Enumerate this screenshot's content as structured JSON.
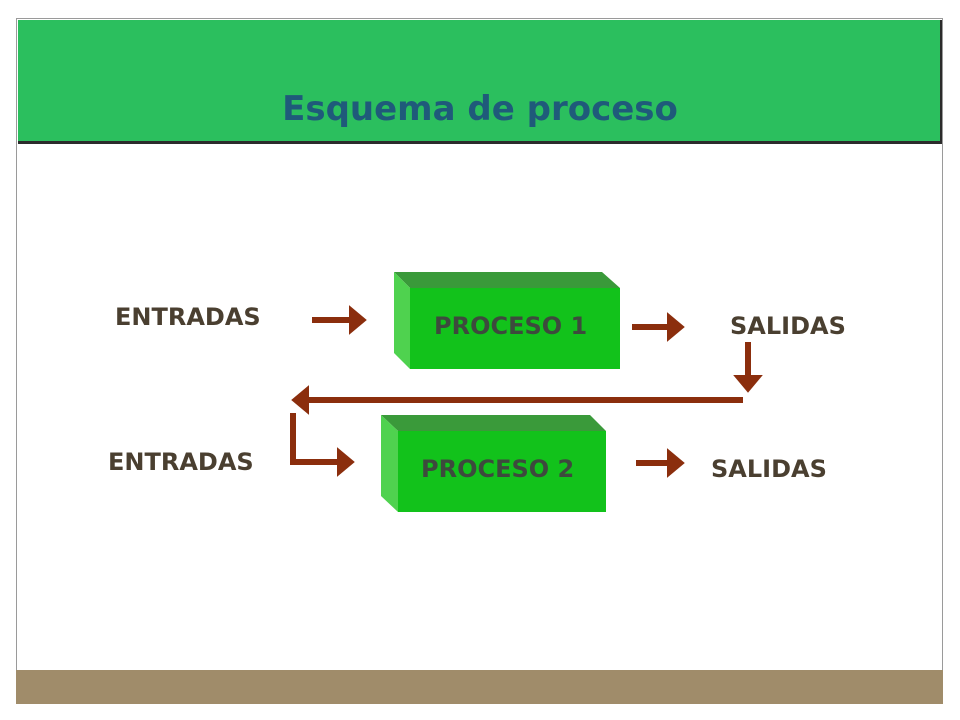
{
  "slide": {
    "title": "Esquema de proceso",
    "colors": {
      "title_band": "#2bbf5e",
      "title_text": "#1f5a7a",
      "footer_band": "#a08c6a",
      "box_front": "#12c21b",
      "box_top": "#3a9a3a",
      "box_side": "#4fd24f",
      "arrow": "#8b2e0d",
      "label_text": "#4a3f30",
      "box_label_text": "#3d4a3d"
    }
  },
  "diagram": {
    "row1": {
      "input_label": "ENTRADAS",
      "process_label": "PROCESO 1",
      "output_label": "SALIDAS"
    },
    "row2": {
      "input_label": "ENTRADAS",
      "process_label": "PROCESO 2",
      "output_label": "SALIDAS"
    }
  }
}
